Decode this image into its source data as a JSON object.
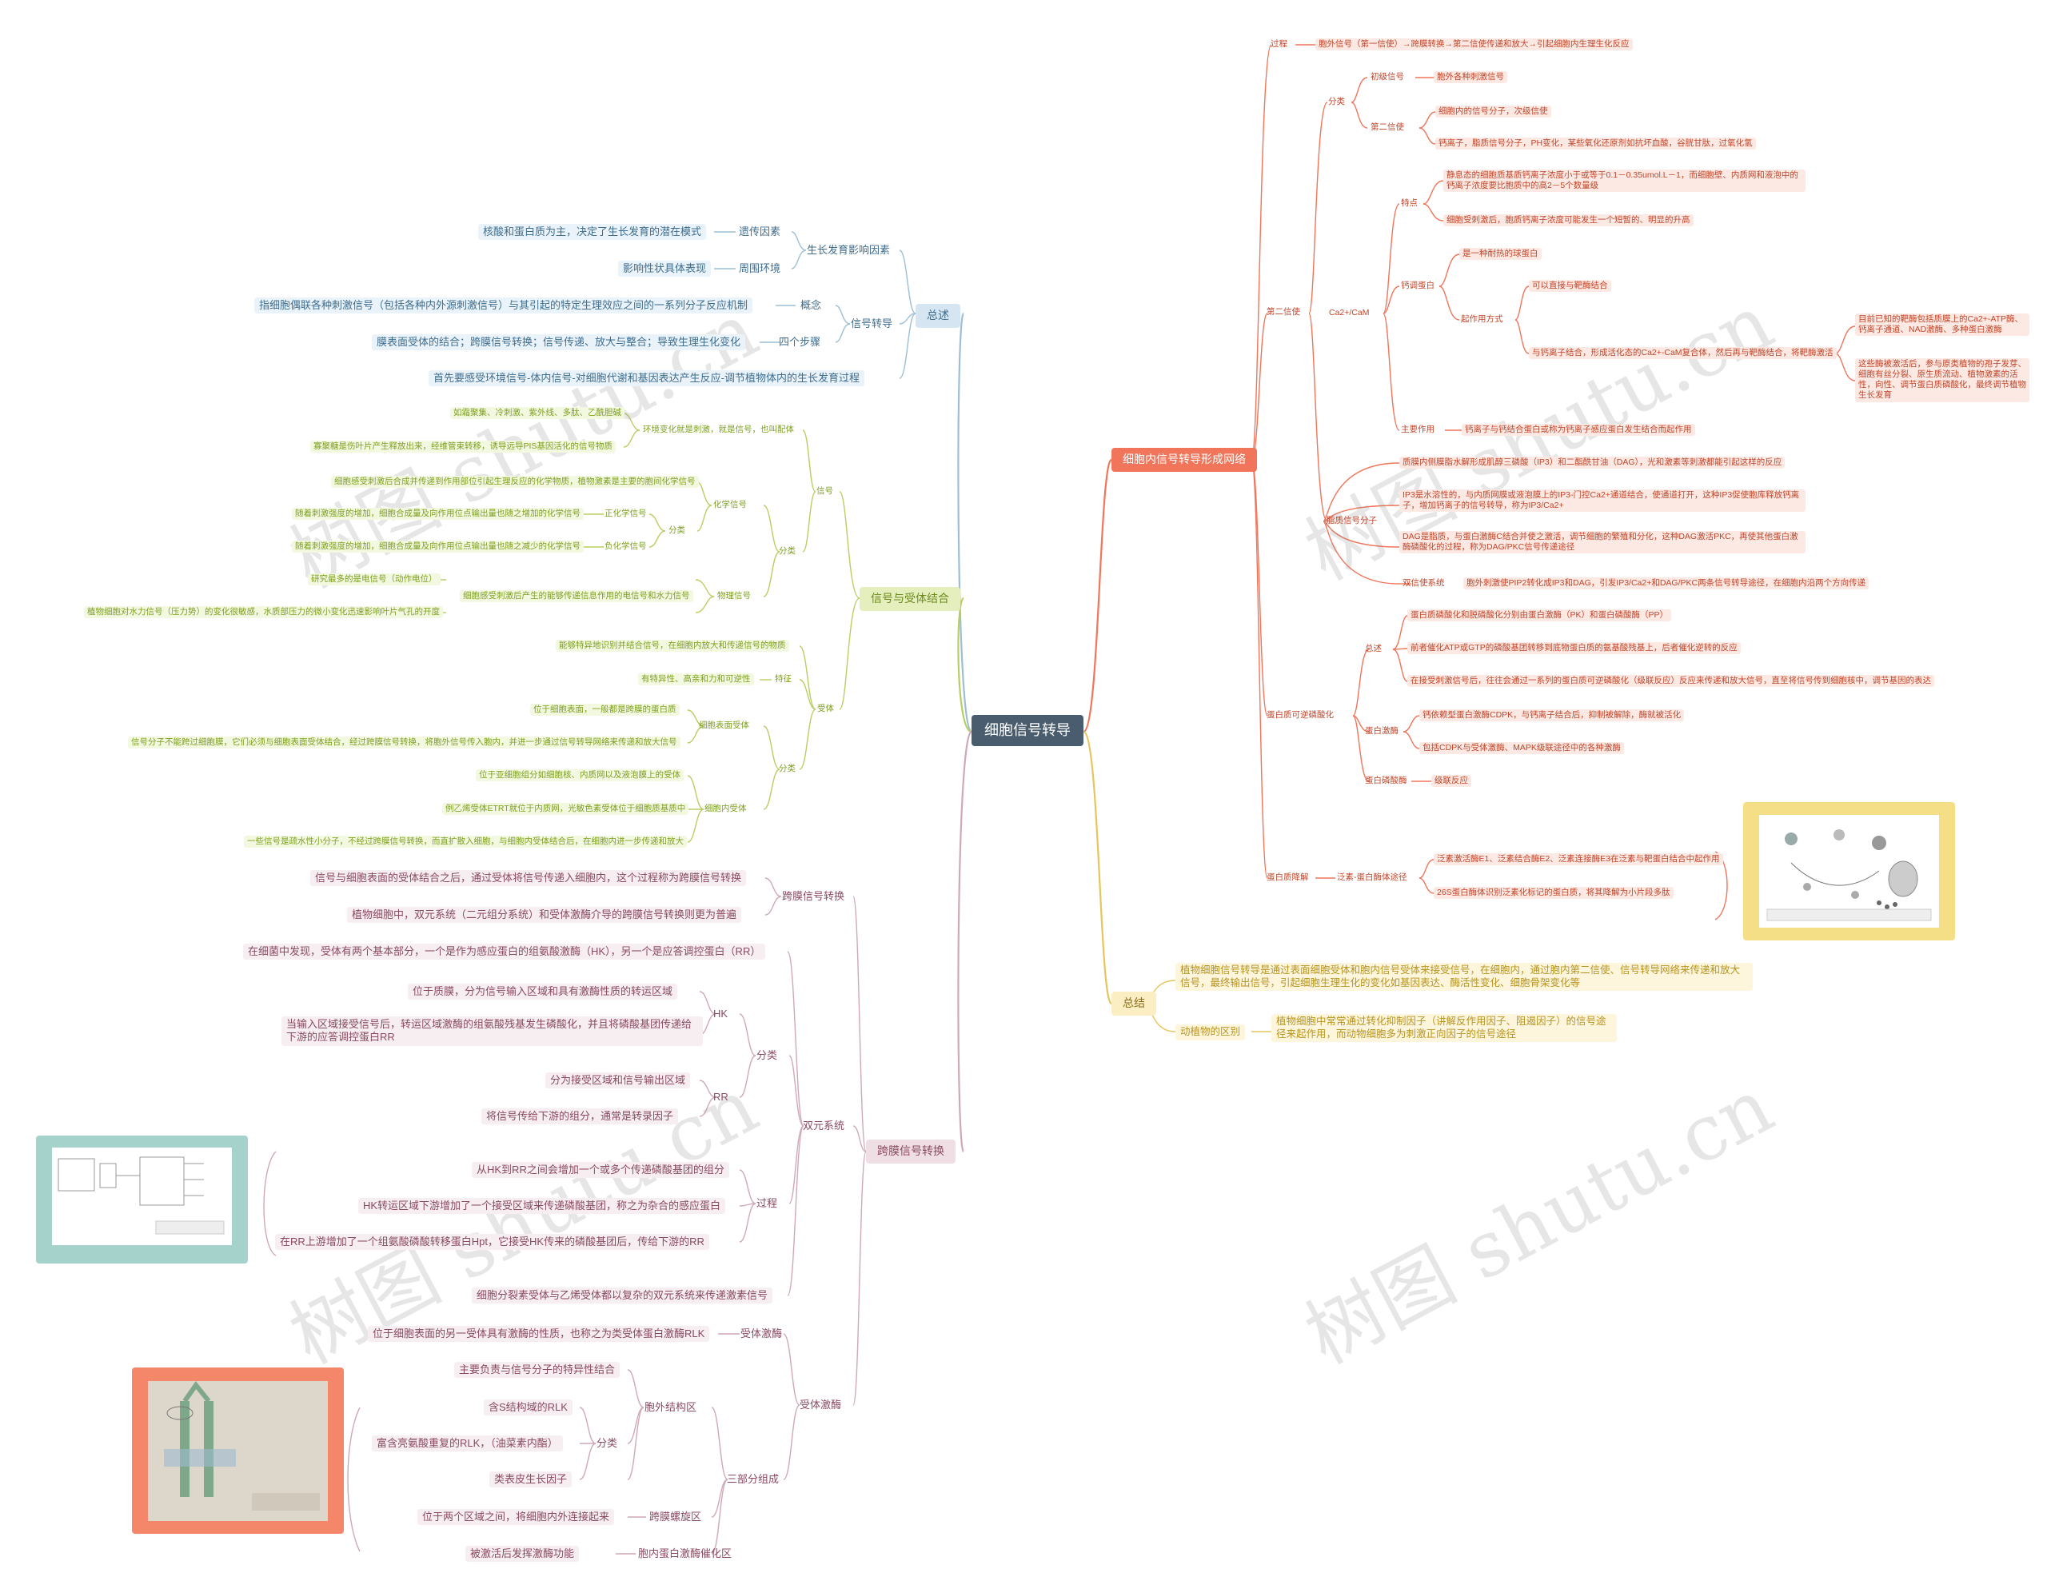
{
  "root": "细胞信号转导",
  "right": {
    "network": {
      "label": "细胞内信号转导形成网络",
      "process_label": "过程",
      "process_text": "胞外信号（第一信使）→跨膜转换→第二信使传递和放大→引起细胞内生理生化反应",
      "second_messenger_label": "第二信使",
      "classification_label": "分类",
      "primary_label": "初级信号",
      "primary_text": "胞外各种刺激信号",
      "second_label": "第二信使",
      "second_text1": "细胞内的信号分子，次级信使",
      "second_text2": "钙离子，脂质信号分子，PH变化，某些氧化还原剂如抗坏血酸，谷胱甘肽，过氧化氢",
      "ca_label": "Ca2+/CaM",
      "feature_label": "特点",
      "feature_text1": "静息态的细胞质基质钙离子浓度小于或等于0.1－0.35umol.L－1，而细胞壁、内质网和液泡中的钙离子浓度要比胞质中的高2－5个数量级",
      "feature_text2": "细胞受刺激后，胞质钙离子浓度可能发生一个短暂的、明显的升高",
      "calmodulin_label": "钙调蛋白",
      "calmodulin_text1": "是一种耐热的球蛋白",
      "action_label": "起作用方式",
      "action_text1": "可以直接与靶酶结合",
      "action_text2": "与钙离子结合，形成活化态的Ca2+-CaM复合体，然后再与靶酶结合，将靶酶激活",
      "target_text1": "目前已知的靶酶包括质膜上的Ca2+-ATP酶、钙离子通道、NAD激酶、多种蛋白激酶",
      "target_text2": "这些酶被激活后，参与原类植物的孢子发芽、细胞有丝分裂、原生质流动、植物激素的活性，向性、调节蛋白质磷酸化，最终调节植物生长发育",
      "main_role_label": "主要作用",
      "main_role_text": "钙离子与钙结合蛋白或称为钙离子感应蛋白发生结合而起作用",
      "lipid_label": "脂质信号分子",
      "lipid_text1": "质膜内侧膜脂水解形成肌醇三磷酸（IP3）和二酯酰甘油（DAG），光和激素等刺激都能引起这样的反应",
      "lipid_text2": "IP3是水溶性的，与内质网膜或液泡膜上的IP3-门控Ca2+通道结合，使通道打开，这种IP3促使胞库释放钙离子，增加钙离子的信号转导，称为IP3/Ca2+",
      "lipid_text3": "DAG是脂质，与蛋白激酶C结合并使之激活，调节细胞的繁殖和分化，这种DAG激活PKC，再使其他蛋白激酶磷酸化的过程，称为DAG/PKC信号传递途径",
      "dual_label": "双信使系统",
      "dual_text": "胞外刺激使PIP2转化成IP3和DAG，引发IP3/Ca2+和DAG/PKC两条信号转导途径，在细胞内沿两个方向传递",
      "reversible_label": "蛋白质可逆磷酸化",
      "overview_label": "总述",
      "overview_text1": "蛋白质磷酸化和脱磷酸化分别由蛋白激酶（PK）和蛋白磷酸酶（PP）",
      "overview_text2": "前者催化ATP或GTP的磷酸基团转移到底物蛋白质的氨基酸残基上，后者催化逆转的反应",
      "overview_text3": "在接受刺激信号后，往往会通过一系列的蛋白质可逆磷酸化（级联反应）反应来传递和放大信号，直至将信号传到细胞核中，调节基因的表达",
      "kinase_label": "蛋白激酶",
      "kinase_text1": "钙依赖型蛋白激酶CDPK，与钙离子结合后，抑制被解除，酶就被活化",
      "kinase_text2": "包括CDPK与受体激酶、MAPK级联途径中的各种激酶",
      "phosphatase_label": "蛋白磷酸酶",
      "phosphatase_text": "级联反应",
      "degradation_label": "蛋白质降解",
      "ubiquitin_label": "泛素-蛋白酶体途径",
      "ubiquitin_text1": "泛素激活酶E1、泛素结合酶E2、泛素连接酶E3在泛素与靶蛋白结合中起作用",
      "ubiquitin_text2": "26S蛋白酶体识别泛素化标记的蛋白质，将其降解为小片段多肽"
    },
    "summary": {
      "label": "总结",
      "text1": "植物细胞信号转导是通过表面细胞受体和胞内信号受体来接受信号，在细胞内，通过胞内第二信使、信号转导网络来传递和放大信号，最终输出信号，引起细胞生理生化的变化如基因表达、酶活性变化、细胞骨架变化等",
      "diff_label": "动植物的区别",
      "diff_text": "植物细胞中常常通过转化抑制因子（讲解反作用因子、阻遏因子）的信号途径来起作用，而动物细胞多为刺激正向因子的信号途径"
    }
  },
  "left": {
    "overview": {
      "label": "总述",
      "growth_label": "生长发育影响因素",
      "genetic_label": "遗传因素",
      "genetic_text": "核酸和蛋白质为主，决定了生长发育的潜在模式",
      "env_label": "周围环境",
      "env_text": "影响性状具体表现",
      "signal_label": "信号转导",
      "concept_label": "概念",
      "concept_text": "指细胞偶联各种刺激信号（包括各种内外源刺激信号）与其引起的特定生理效应之间的一系列分子反应机制",
      "steps_label": "四个步骤",
      "steps_text": "膜表面受体的结合；跨膜信号转换；信号传递、放大与整合；导致生理生化变化",
      "first_text": "首先要感受环境信号-体内信号-对细胞代谢和基因表达产生反应-调节植物体内的生长发育过程"
    },
    "binding": {
      "label": "信号与受体结合",
      "signal_label": "信号",
      "env_label": "环境变化就是刺激，就是信号，也叫配体",
      "env_text1": "如霜聚集、冷刺激、紫外线、多肽、乙酰胆碱",
      "env_text2": "寡聚糖是伤叶片产生释放出来，经维管束转移，诱导远导PIS基因活化的信号物质",
      "classify_label": "分类",
      "chem_label": "化学信号",
      "chem_text": "细胞感受刺激后合成并传递到作用部位引起生理反应的化学物质，植物激素是主要的胞间化学信号",
      "chem_sub_label": "分类",
      "pos_label": "正化学信号",
      "pos_text": "随着刺激强度的增加，细胞合成量及向作用位点输出量也随之增加的化学信号",
      "neg_label": "负化学信号",
      "neg_text": "随着刺激强度的增加，细胞合成量及向作用位点输出量也随之减少的化学信号",
      "phys_label": "物理信号",
      "phys_text": "细胞感受刺激后产生的能够传递信息作用的电信号和水力信号",
      "phys_sub1": "研究最多的是电信号（动作电位）",
      "phys_sub2": "植物细胞对水力信号（压力势）的变化很敏感，水质部压力的微小变化迅速影响叶片气孔的开度",
      "receptor_label": "受体",
      "receptor_text": "能够特异地识别并结合信号，在细胞内放大和传递信号的物质",
      "feature_label": "特征",
      "feature_text": "有特异性、高亲和力和可逆性",
      "rcls_label": "分类",
      "surface_label": "细胞表面受体",
      "surface_text1": "位于细胞表面，一般都是跨膜的蛋白质",
      "surface_text2": "信号分子不能跨过细胞膜，它们必须与细胞表面受体结合，经过跨膜信号转换，将胞外信号传入胞内，并进一步通过信号转导网络来传递和放大信号",
      "inner_label": "细胞内受体",
      "inner_text1": "位于亚细胞组分如细胞核、内质网以及液泡膜上的受体",
      "inner_text2": "例乙烯受体ETRT就位于内质网，光敏色素受体位于细胞质基质中",
      "inner_text3": "一些信号是疏水性小分子，不经过跨膜信号转换，而直扩散入细胞，与细胞内受体结合后，在细胞内进一步传递和放大"
    },
    "transmembrane": {
      "label": "跨膜信号转换",
      "tm_label": "跨膜信号转换",
      "tm_text1": "信号与细胞表面的受体结合之后，通过受体将信号传递入细胞内，这个过程称为跨膜信号转换",
      "tm_text2": "植物细胞中，双元系统（二元组分系统）和受体激酶介导的跨膜信号转换则更为普遍",
      "two_label": "双元系统",
      "two_text1": "在细菌中发现，受体有两个基本部分，一个是作为感应蛋白的组氨酸激酶（HK），另一个是应答调控蛋白（RR）",
      "two_cls_label": "分类",
      "hk_label": "HK",
      "hk_text1": "位于质膜，分为信号输入区域和具有激酶性质的转运区域",
      "hk_text2": "当输入区域接受信号后，转运区域激酶的组氨酸残基发生磷酸化，并且将磷酸基团传递给下游的应答调控蛋白RR",
      "rr_label": "RR",
      "rr_text1": "分为接受区域和信号输出区域",
      "rr_text2": "将信号传给下游的组分，通常是转录因子",
      "proc_label": "过程",
      "proc_text1": "从HK到RR之间会增加一个或多个传递磷酸基团的组分",
      "proc_text2": "HK转运区域下游增加了一个接受区域来传递磷酸基团，称之为杂合的感应蛋白",
      "proc_text3": "在RR上游增加了一个组氨酸磷酸转移蛋白Hpt，它接受HK传来的磷酸基团后，传给下游的RR",
      "two_text2": "细胞分裂素受体与乙烯受体都以复杂的双元系统来传递激素信号",
      "rk_label": "受体激酶",
      "rk_head_label": "受体激酶",
      "rk_head_text": "位于细胞表面的另一受体具有激酶的性质，也称之为类受体蛋白激酶RLK",
      "three_label": "三部分组成",
      "outer_label": "胞外结构区",
      "outer_text1": "主要负责与信号分子的特异性结合",
      "outer_cls_label": "分类",
      "outer_cls1": "含S结构域的RLK",
      "outer_cls2": "富含亮氨酸重复的RLK，（油菜素内酯）",
      "outer_cls3": "类表皮生长因子",
      "span_label": "跨膜螺旋区",
      "span_text": "位于两个区域之间，将细胞内外连接起来",
      "cat_label": "胞内蛋白激酶催化区",
      "cat_text": "被激活后发挥激酶功能"
    }
  },
  "watermark": "树图 shutu.cn",
  "colors": {
    "root": "#4a5d6e",
    "network": "#f0755a",
    "summary": "#f5d77a",
    "overview": "#bcd7ea",
    "binding": "#d5e59a",
    "transmembrane": "#e7cfd6",
    "thumb_teal": "#a6d2cc",
    "thumb_orange": "#f4876a",
    "thumb_yellow": "#f5df86"
  }
}
